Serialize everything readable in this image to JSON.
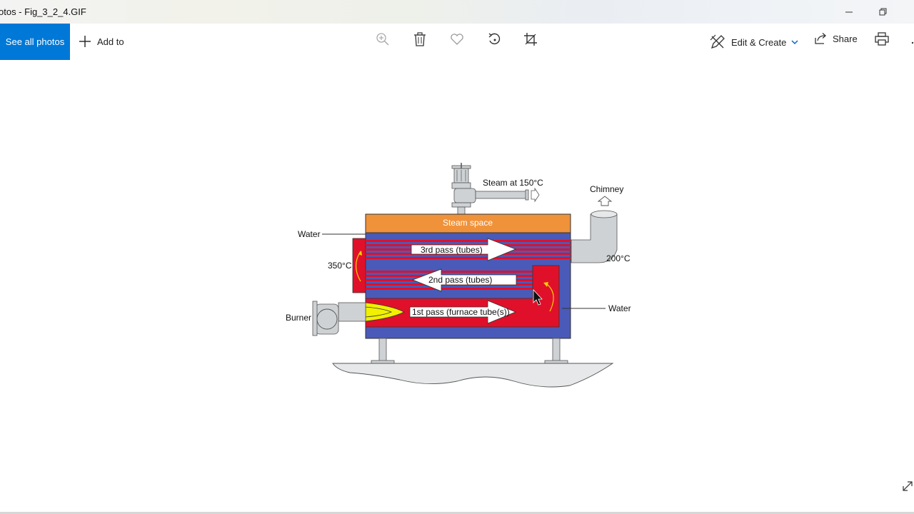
{
  "window": {
    "title": "otos - Fig_3_2_4.GIF",
    "minimize_icon": "minimize-icon",
    "restore_icon": "restore-icon"
  },
  "toolbar": {
    "see_all_label": "See all photos",
    "add_to_label": "Add to",
    "edit_create_label": "Edit & Create",
    "share_label": "Share",
    "icons": [
      "zoom-icon",
      "delete-icon",
      "favorite-icon",
      "rotate-icon",
      "crop-icon",
      "print-icon",
      "more-icon"
    ]
  },
  "diagram": {
    "steam_out": "Steam at 150°C",
    "chimney": "Chimney",
    "steam_space": "Steam space",
    "water_left": "Water",
    "water_right": "Water",
    "temp_350": "350°C",
    "temp_200": "200°C",
    "burner": "Burner",
    "pass3": "3rd pass (tubes)",
    "pass2": "2nd pass (tubes)",
    "pass1": "1st pass (furnace tube(s))",
    "colors": {
      "water": "#4a5ab8",
      "gas": "#e0102a",
      "steam_space": "#f0923a",
      "flame": "#f0f000",
      "metal": "#cfd2d4"
    }
  }
}
